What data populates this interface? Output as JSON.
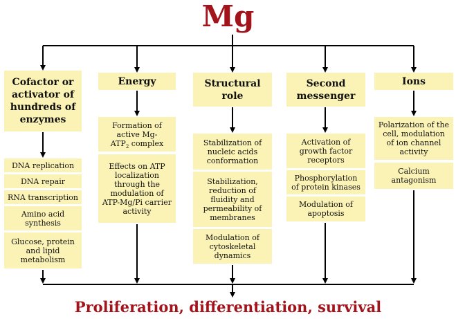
{
  "title": "Mg",
  "footer": "Proliferation, differentiation, survival",
  "columns": [
    {
      "header": [
        "Cofactor or",
        "activator of",
        "hundreds of",
        "enzymes"
      ],
      "items": [
        [
          "DNA replication"
        ],
        [
          "DNA repair"
        ],
        [
          "RNA transcription"
        ],
        [
          "Amino acid",
          "synthesis"
        ],
        [
          "Glucose, protein",
          "and lipid",
          "metabolism"
        ]
      ]
    },
    {
      "header": [
        "Energy"
      ],
      "items": [
        [
          "Formation of",
          "active Mg-",
          "ATP2 complex"
        ],
        [
          "Effects on ATP",
          "localization",
          "through the",
          "modulation of",
          "ATP-Mg/Pi carrier",
          "activity"
        ]
      ]
    },
    {
      "header": [
        "Structural",
        "role"
      ],
      "items": [
        [
          "Stabilization of",
          "nucleic acids",
          "conformation"
        ],
        [
          "Stabilization,",
          "reduction of",
          "fluidity and",
          "permeability of",
          "membranes"
        ],
        [
          "Modulation of",
          "cytoskeletal",
          "dynamics"
        ]
      ]
    },
    {
      "header": [
        "Second",
        "messenger"
      ],
      "items": [
        [
          "Activation of",
          "growth factor",
          "receptors"
        ],
        [
          "Phosphorylation",
          "of protein kinases"
        ],
        [
          "Modulation of",
          "apoptosis"
        ]
      ]
    },
    {
      "header": [
        "Ions"
      ],
      "items": [
        [
          "Polarization of the",
          "cell, modulation",
          "of ion channel",
          "activity"
        ],
        [
          "Calcium",
          "antagonism"
        ]
      ]
    }
  ]
}
